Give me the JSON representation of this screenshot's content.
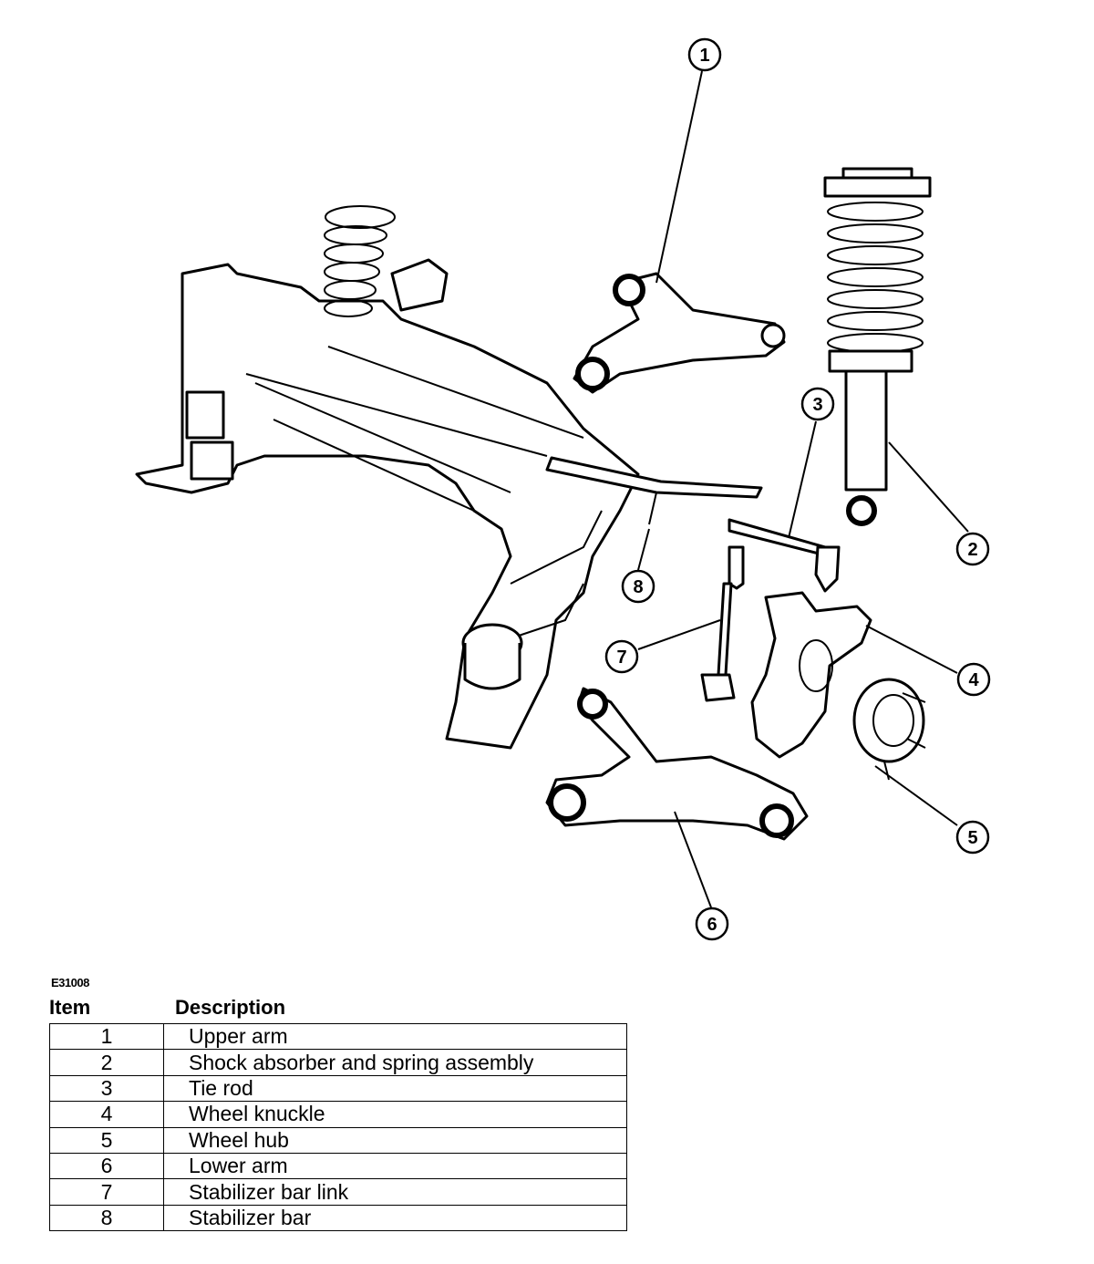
{
  "figure_code": "E31008",
  "legend": {
    "header_item": "Item",
    "header_description": "Description",
    "rows": [
      {
        "item": "1",
        "description": "Upper arm"
      },
      {
        "item": "2",
        "description": "Shock absorber and spring assembly"
      },
      {
        "item": "3",
        "description": "Tie rod"
      },
      {
        "item": "4",
        "description": "Wheel knuckle"
      },
      {
        "item": "5",
        "description": "Wheel hub"
      },
      {
        "item": "6",
        "description": "Lower arm"
      },
      {
        "item": "7",
        "description": "Stabilizer bar link"
      },
      {
        "item": "8",
        "description": "Stabilizer bar"
      }
    ]
  },
  "callouts": [
    "1",
    "2",
    "3",
    "4",
    "5",
    "6",
    "7",
    "8"
  ]
}
